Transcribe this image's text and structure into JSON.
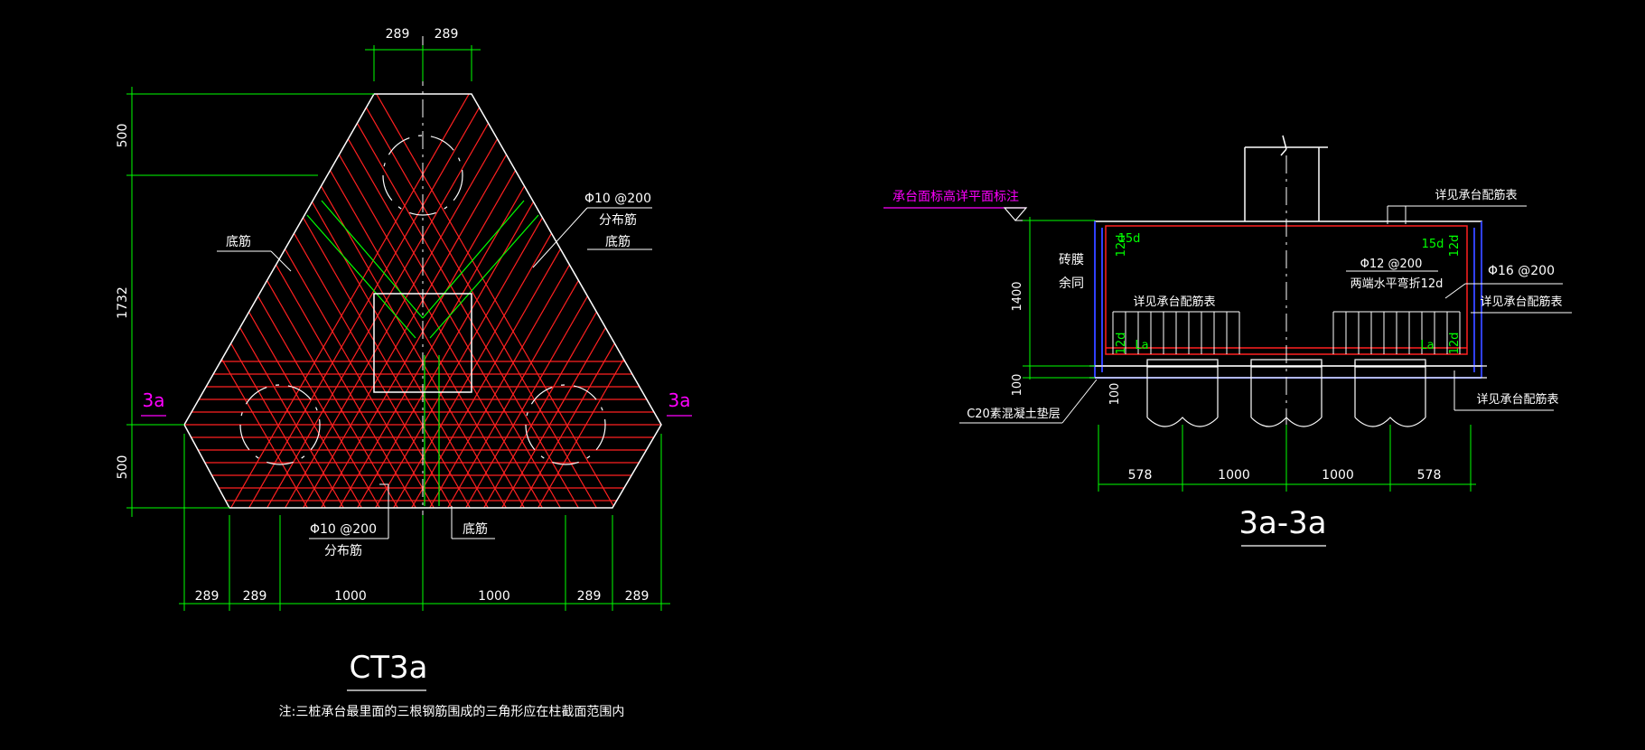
{
  "colors": {
    "background": "#000000",
    "outline": "#ffffff",
    "dimension": "#00ff00",
    "rebar": "#ff2020",
    "section_mark": "#ff00ff",
    "outline_blue": "#3040ff"
  },
  "left_view": {
    "top_dims": [
      "289",
      "289"
    ],
    "left_dims": [
      "500",
      "1732",
      "500"
    ],
    "bottom_dims": [
      "289",
      "289",
      "1000",
      "1000",
      "289",
      "289"
    ],
    "section_marks": [
      "3a",
      "3a"
    ],
    "labels": {
      "bottom_bar_left": "底筋",
      "top_right_spec": "Φ10 @200",
      "distribution_bar": "分布筋",
      "bottom_bar_right": "底筋",
      "bottom_spec": "Φ10 @200",
      "bottom_dist": "分布筋",
      "bottom_bar_center": "底筋"
    },
    "title": "CT3a",
    "note": "注:三桩承台最里面的三根钢筋围成的三角形应在柱截面范围内"
  },
  "right_view": {
    "level_note": "承台面标高详平面标注",
    "height_dims": [
      "1400",
      "100",
      "100"
    ],
    "side_label_1": "砖膜",
    "side_label_2": "余同",
    "d15_left": "15d",
    "d15_right": "15d",
    "d12_tl": "12d",
    "d12_tr": "12d",
    "d12_bl": "12d",
    "d12_br": "12d",
    "la_left": "La",
    "la_right": "La",
    "spec_center_1": "Φ12 @200",
    "spec_center_2": "两端水平弯折12d",
    "spec_right": "Φ16 @200",
    "detail_label_top": "详见承台配筋表",
    "detail_label_left": "详见承台配筋表",
    "detail_label_right": "详见承台配筋表",
    "detail_label_bottom": "详见承台配筋表",
    "cushion": "C20素混凝土垫层",
    "bottom_dims": [
      "578",
      "1000",
      "1000",
      "578"
    ],
    "title": "3a-3a"
  }
}
